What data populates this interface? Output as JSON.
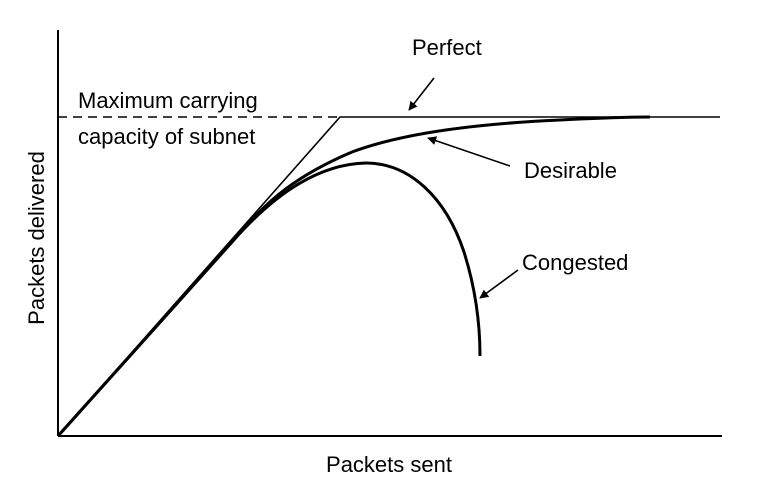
{
  "axes": {
    "x_label": "Packets sent",
    "y_label": "Packets delivered"
  },
  "labels": {
    "max_capacity_line1": "Maximum carrying",
    "max_capacity_line2": "capacity of subnet",
    "perfect": "Perfect",
    "desirable": "Desirable",
    "congested": "Congested"
  },
  "colors": {
    "ink": "#000000",
    "background": "#ffffff"
  }
}
